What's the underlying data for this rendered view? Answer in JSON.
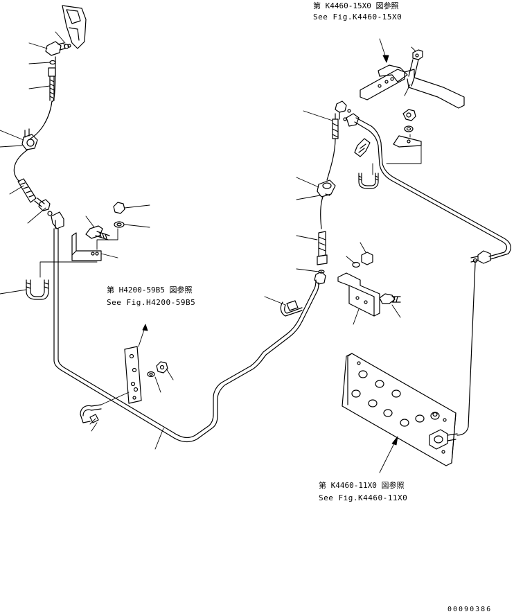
{
  "references": {
    "k4460_15x0": {
      "jp": "第 K4460-15X0 図参照",
      "en": "See Fig.K4460-15X0"
    },
    "h4200_59b5": {
      "jp": "第 H4200-59B5 図参照",
      "en": "See Fig.H4200-59B5"
    },
    "k4460_11x0": {
      "jp": "第 K4460-11X0 図参照",
      "en": "See Fig.K4460-11X0"
    }
  },
  "drawing_code": "00090386",
  "colors": {
    "line": "#000000",
    "background": "#ffffff"
  }
}
